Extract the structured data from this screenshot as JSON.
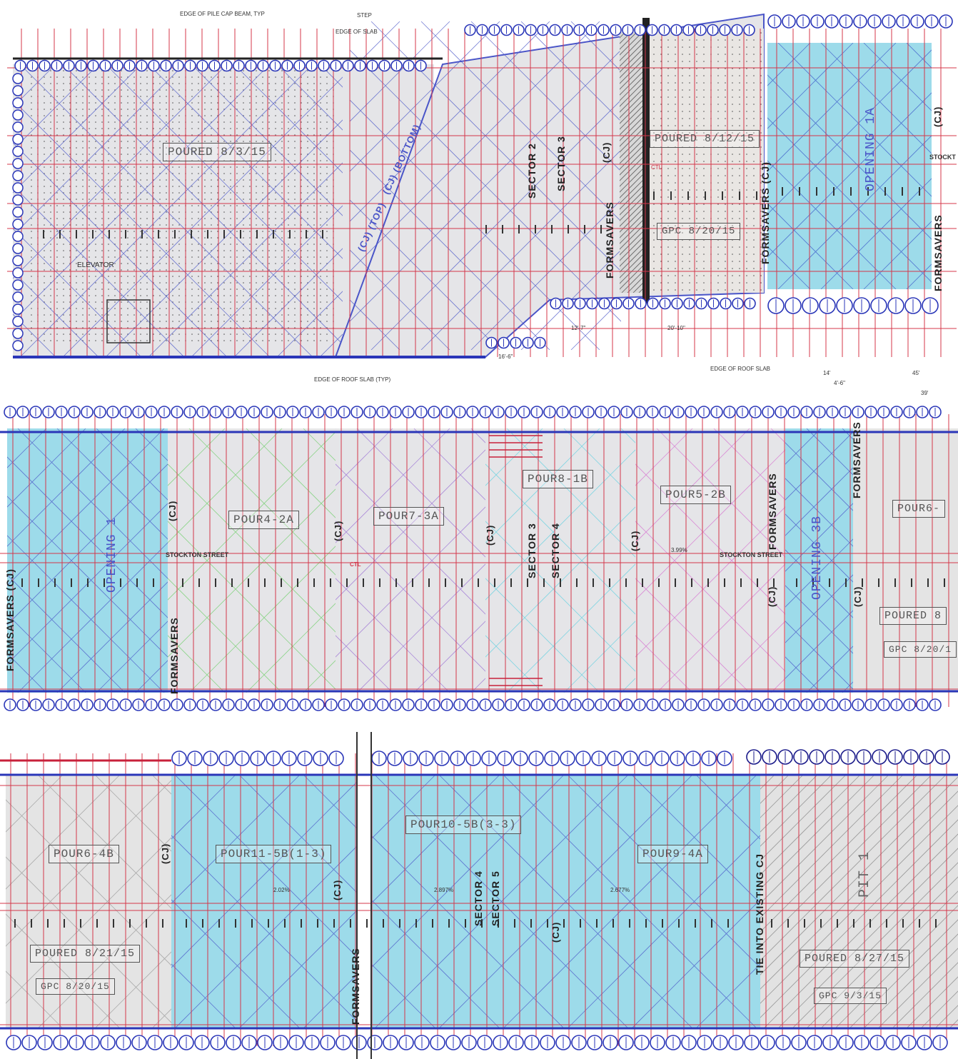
{
  "strip1": {
    "callouts": {
      "pile_cap": "EDGE OF PILE CAP BEAM, TYP",
      "step": "STEP",
      "edge_slab": "EDGE OF SLAB"
    },
    "labels": {
      "poured1": "POURED 8/3/15",
      "cj_top": "(CJ) (TOP)",
      "cj_bottom": "(CJ) (BOTTOM)",
      "sector2": "SECTOR 2",
      "sector3": "SECTOR 3",
      "cj1": "(CJ)",
      "formsavers1": "FORMSAVERS",
      "poured2": "POURED 8/12/15",
      "gpc1": "GPC 8/20/15",
      "ctl1": "CTL",
      "formsavers_cj": "FORMSAVERS (CJ)",
      "opening1a": "OPENING 1A",
      "cj_right": "(CJ)",
      "stockton_cut": "STOCKT",
      "formsavers_r": "FORMSAVERS",
      "elevator": "ELEVATOR",
      "dim_12": "12'-7\"",
      "dim_20": "20'-10\"",
      "dim_16": "16'-6\""
    }
  },
  "strip2": {
    "callouts": {
      "roof_slab": "EDGE OF ROOF SLAB (TYP)",
      "roof_slab2": "EDGE OF ROOF SLAB"
    },
    "labels": {
      "formsavers_cj": "FORMSAVERS (CJ)",
      "opening1": "OPENING 1",
      "cj1": "(CJ)",
      "formsavers2": "FORMSAVERS",
      "pour4": "POUR4-2A",
      "stockton1": "STOCKTON STREET",
      "cj2": "(CJ)",
      "pour7": "POUR7-3A",
      "ctl": "CTL",
      "cj3": "(CJ)",
      "pour8": "POUR8-1B",
      "sector3": "SECTOR 3",
      "sector4": "SECTOR 4",
      "cj4": "(CJ)",
      "pour5": "POUR5-2B",
      "slope": "3.99%",
      "stockton2": "STOCKTON STREET",
      "formsavers3": "FORMSAVERS",
      "cj5": "(CJ)",
      "opening3b": "OPENING 3B",
      "formsavers4": "FORMSAVERS",
      "cj6": "(CJ)",
      "pour6": "POUR6-",
      "poured": "POURED 8",
      "gpc": "GPC 8/20/1",
      "dim_14": "14'",
      "dim_4": "4'-6\"",
      "dim_45": "45'",
      "dim_39": "39'"
    }
  },
  "strip3": {
    "labels": {
      "pour6": "POUR6-4B",
      "cj1": "(CJ)",
      "poured1": "POURED 8/21/15",
      "gpc1": "GPC 8/20/15",
      "pour11": "POUR11-5B(1-3)",
      "slope1": "2.02%",
      "cj2": "(CJ)",
      "formsavers": "FORMSAVERS",
      "pour10": "POUR10-5B(3-3)",
      "slope2": "2.897%",
      "sector4": "SECTOR 4",
      "sector5": "SECTOR 5",
      "cj3": "(CJ)",
      "pour9": "POUR9-4A",
      "slope3": "2.677%",
      "tie": "TIE INTO EXISTING CJ",
      "pit": "PIT 1",
      "poured2": "POURED 8/27/15",
      "gpc2": "GPC 9/3/15"
    }
  },
  "colors": {
    "grid_red": "#d4374a",
    "diag_blue": "#4a55c8",
    "cyan_fill": "#9ddbea",
    "slab_fill": "#e5e5e8",
    "pile_blue": "#2a36b8"
  }
}
